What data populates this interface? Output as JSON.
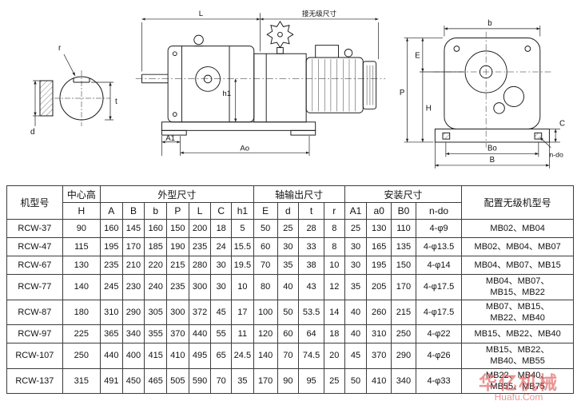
{
  "watermark": {
    "cn": "华亿机械",
    "en": "Huafu.Com"
  },
  "drawings": {
    "shaft_section": {
      "r": "r",
      "t": "t",
      "d": "d"
    },
    "assembly": {
      "L": "L",
      "stepless": "接无级尺寸",
      "h1": "h1",
      "A1": "A1",
      "Ao": "Ao"
    },
    "end_view": {
      "b": "b",
      "E": "E",
      "H": "H",
      "P": "P",
      "C": "C",
      "n_do": "n-do",
      "Bo": "Bo",
      "B": "B"
    }
  },
  "table": {
    "header": {
      "model": "机型号",
      "center_height": "中心高",
      "outer": "外型尺寸",
      "shaft": "轴输出尺寸",
      "mount": "安装尺寸",
      "motor": "配置无级机型号",
      "sub": [
        "H",
        "A",
        "B",
        "b",
        "P",
        "L",
        "C",
        "h1",
        "E",
        "d",
        "t",
        "r",
        "A1",
        "a0",
        "B0",
        "n-do"
      ]
    },
    "rows": [
      {
        "model": "RCW-37",
        "cells": [
          "90",
          "160",
          "145",
          "160",
          "150",
          "200",
          "18",
          "5",
          "50",
          "25",
          "28",
          "8",
          "25",
          "130",
          "110",
          "4-φ9"
        ],
        "motor": "MB02、MB04"
      },
      {
        "model": "RCW-47",
        "cells": [
          "115",
          "195",
          "170",
          "185",
          "190",
          "235",
          "24",
          "15.5",
          "60",
          "30",
          "33",
          "8",
          "30",
          "165",
          "135",
          "4-φ13.5"
        ],
        "motor": "MB02、MB04、MB07"
      },
      {
        "model": "RCW-67",
        "cells": [
          "130",
          "235",
          "210",
          "220",
          "215",
          "280",
          "30",
          "19.5",
          "70",
          "35",
          "38",
          "10",
          "30",
          "195",
          "150",
          "4-φ14"
        ],
        "motor": "MB04、MB07、MB15"
      },
      {
        "model": "RCW-77",
        "cells": [
          "140",
          "245",
          "230",
          "240",
          "235",
          "300",
          "30",
          "10",
          "80",
          "40",
          "43",
          "12",
          "35",
          "205",
          "170",
          "4-φ17.5"
        ],
        "motor": "MB04、MB07、\nMB15、MB22"
      },
      {
        "model": "RCW-87",
        "cells": [
          "180",
          "310",
          "290",
          "305",
          "300",
          "372",
          "45",
          "17",
          "100",
          "50",
          "53.5",
          "14",
          "40",
          "260",
          "215",
          "4-φ17.5"
        ],
        "motor": "MB07、MB15、\nMB22、MB40"
      },
      {
        "model": "RCW-97",
        "cells": [
          "225",
          "365",
          "340",
          "355",
          "370",
          "440",
          "55",
          "11",
          "120",
          "60",
          "64",
          "18",
          "40",
          "310",
          "250",
          "4-φ22"
        ],
        "motor": "MB15、MB22、MB40"
      },
      {
        "model": "RCW-107",
        "cells": [
          "250",
          "440",
          "400",
          "415",
          "410",
          "495",
          "65",
          "24.5",
          "140",
          "70",
          "74.5",
          "20",
          "45",
          "370",
          "290",
          "4-φ26"
        ],
        "motor": "MB15、MB22、\nMB40、MB55"
      },
      {
        "model": "RCW-137",
        "cells": [
          "315",
          "491",
          "450",
          "465",
          "505",
          "590",
          "70",
          "35",
          "170",
          "90",
          "95",
          "25",
          "50",
          "410",
          "340",
          "4-φ33"
        ],
        "motor": "MB22、MB40、\nMB55、MB75"
      }
    ]
  }
}
